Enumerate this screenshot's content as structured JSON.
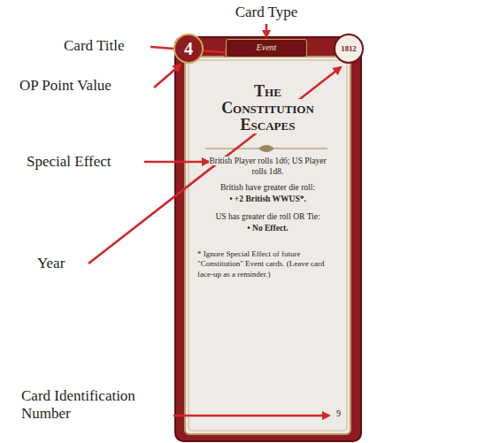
{
  "diagram": {
    "nodes": [
      {
        "text": [
          "The Constitution Escapes",
          "British Player rolls 1d6; US Player rolls 1d8.",
          "British have greater die roll:",
          "• +2 British WWUS*.",
          "US has greater die roll OR Tie:",
          "• No Effect.",
          "* Ignore Special Effect of future \"Constitution\" Event cards. (Leave card face-up as a reminder.)",
          "9"
        ]
      },
      {
        "text": [
          "Event"
        ],
        "in": 0
      },
      {
        "text": [
          "4"
        ],
        "in": 0
      },
      {
        "text": [
          "1812"
        ],
        "in": 0
      }
    ],
    "edges": [],
    "labels": [
      "Card Type",
      "Card Title",
      "OP Point Value",
      "Special Effect",
      "Year",
      "Card Identification Number"
    ]
  }
}
